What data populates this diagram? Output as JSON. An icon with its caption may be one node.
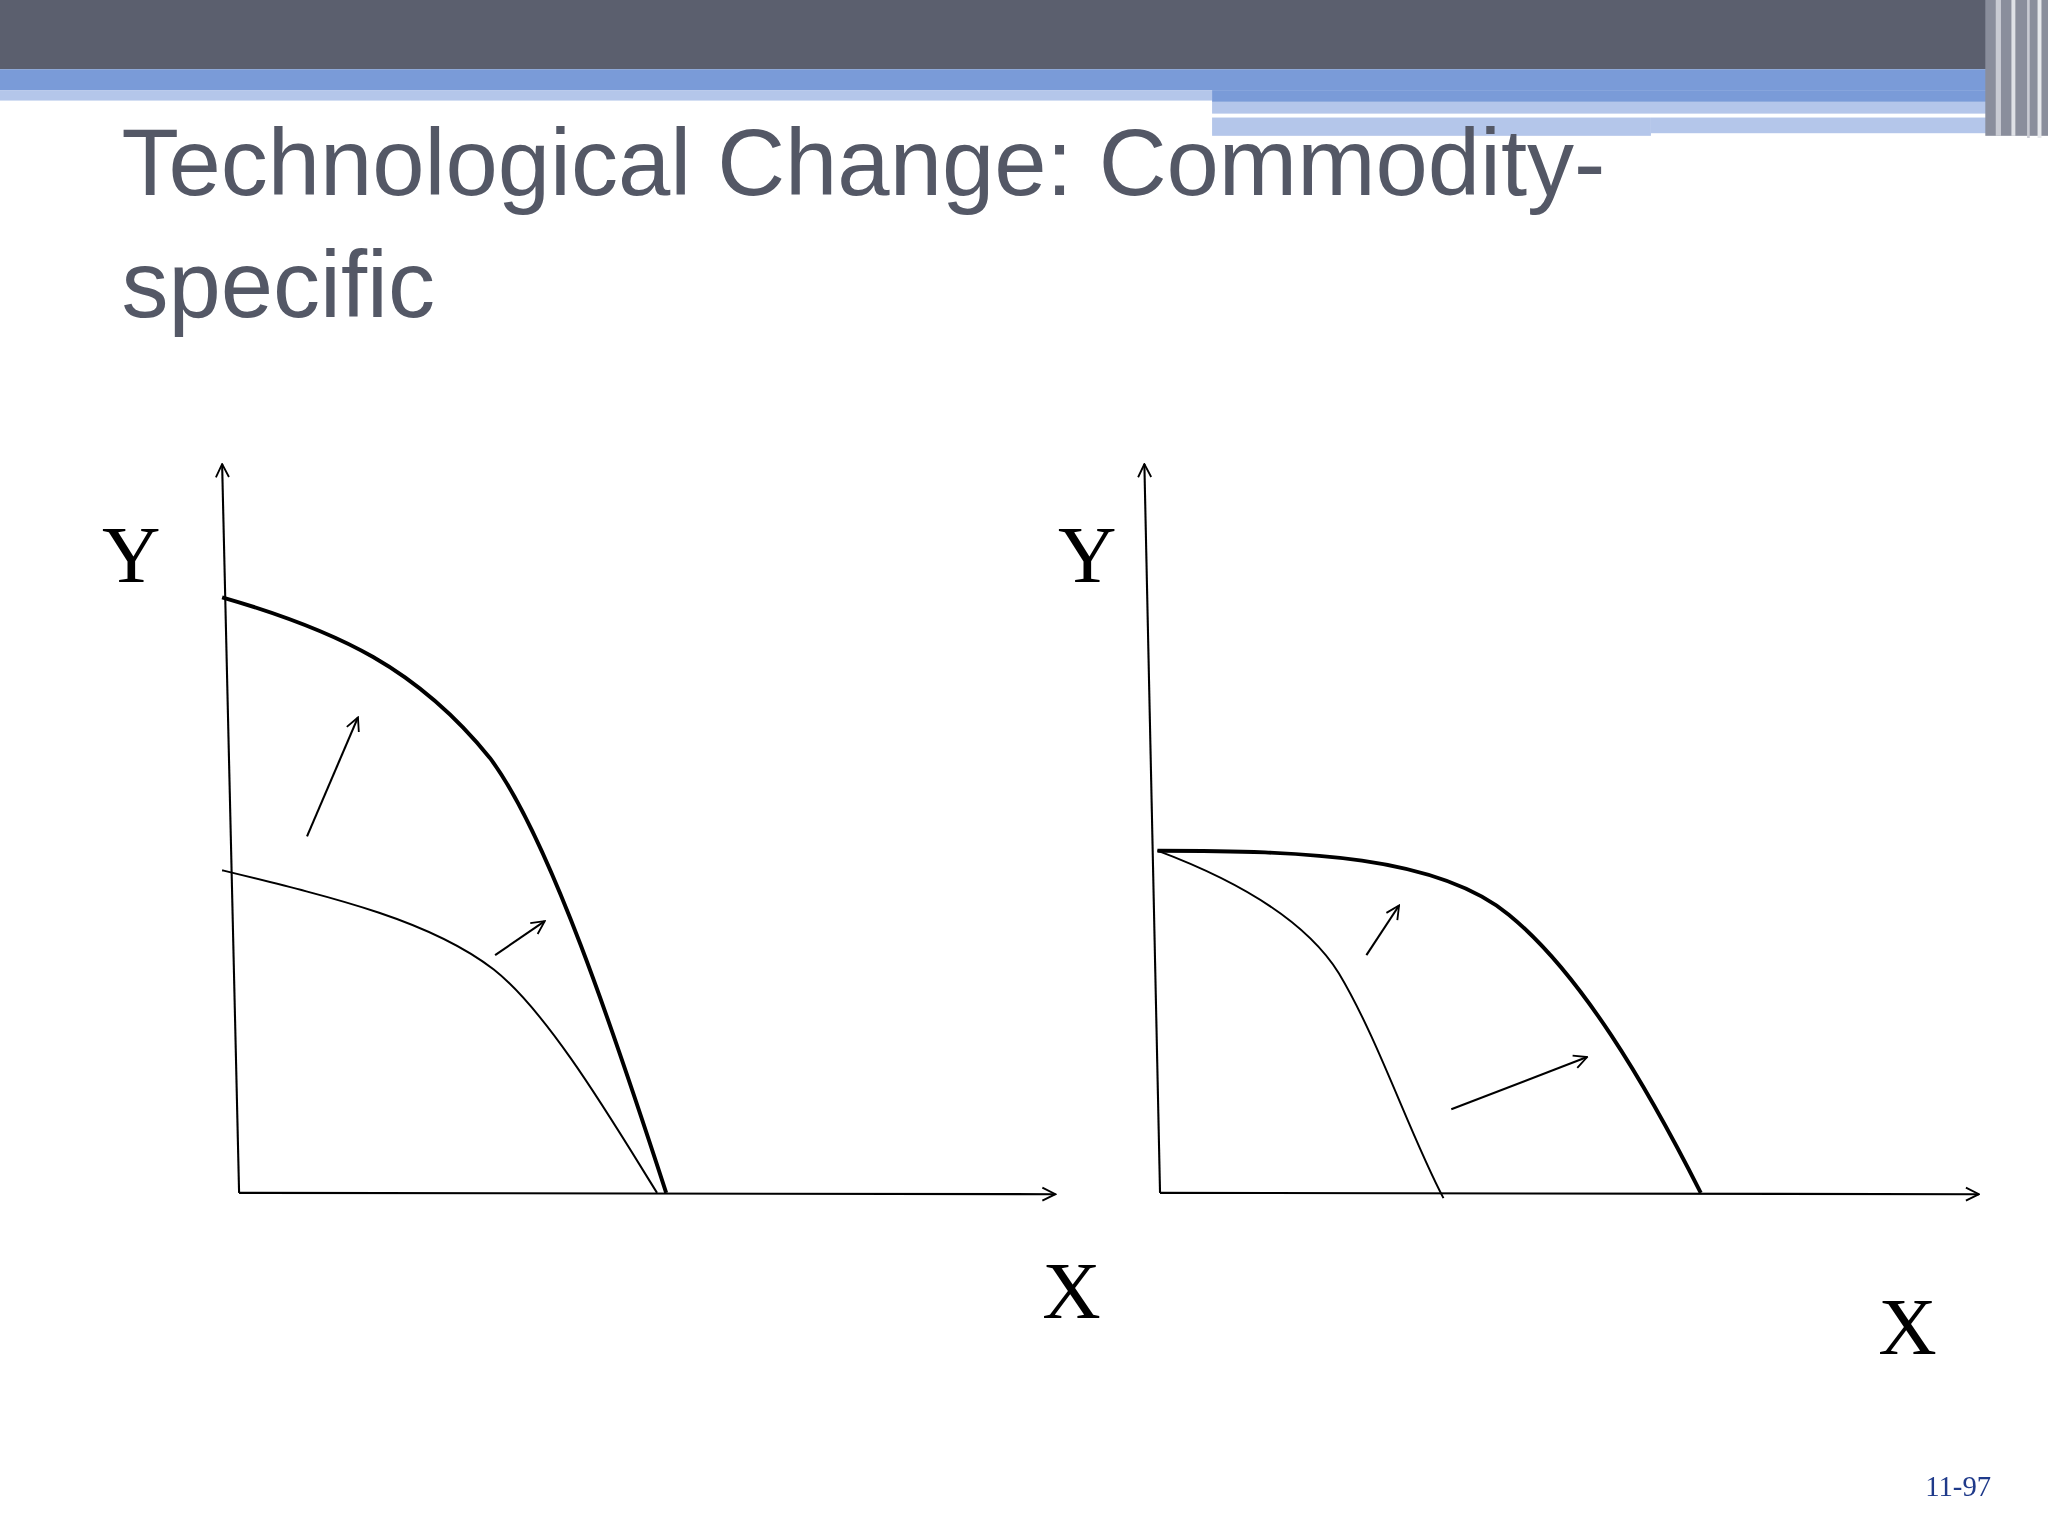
{
  "diagram": {
    "title": "Technological Change: Commodity-specific",
    "labels": [
      "Y",
      "Y",
      "X",
      "X",
      "11-97"
    ]
  }
}
